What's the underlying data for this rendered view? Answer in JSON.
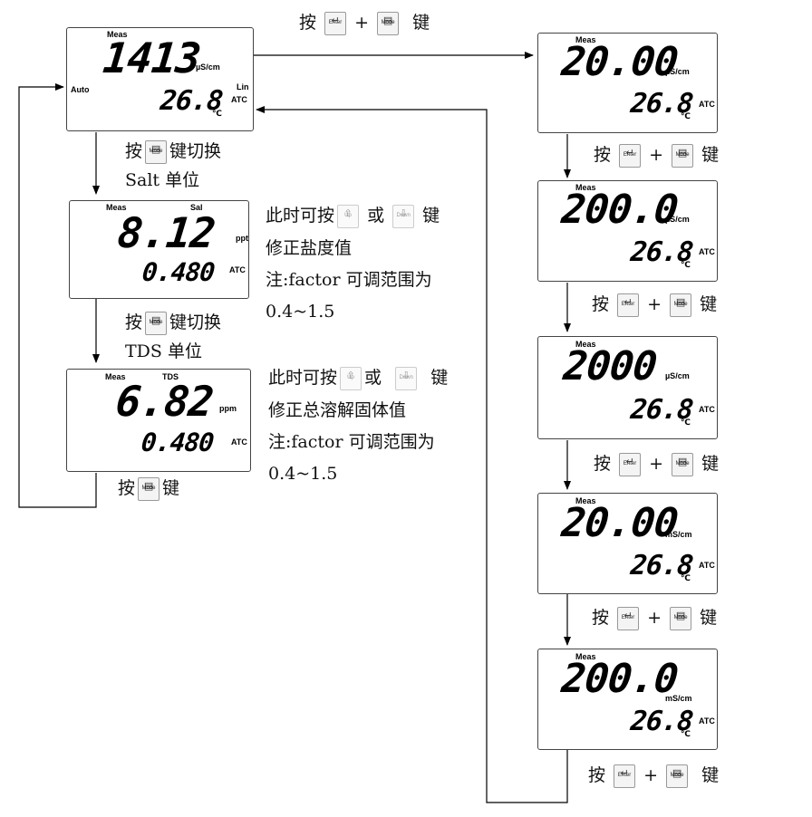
{
  "keys": {
    "enter": "Enter",
    "mode": "Mode",
    "up": "Up",
    "down": "Down"
  },
  "left_displays": [
    {
      "meas": "Meas",
      "main": "1413",
      "unit": "µS/cm",
      "auto": "Auto",
      "lin": "Lin",
      "atc": "ATC",
      "temp": "26.8",
      "deg": "℃"
    },
    {
      "meas": "Meas",
      "mode": "Sal",
      "main": "8.12",
      "unit": "ppt",
      "atc": "ATC",
      "factor": "0.480"
    },
    {
      "meas": "Meas",
      "mode": "TDS",
      "main": "6.82",
      "unit": "ppm",
      "atc": "ATC",
      "factor": "0.480"
    }
  ],
  "right_displays": [
    {
      "meas": "Meas",
      "main": "20.00",
      "unit": "µS/cm",
      "temp": "26.8",
      "deg": "℃",
      "atc": "ATC"
    },
    {
      "meas": "Meas",
      "main": "200.0",
      "unit": "µS/cm",
      "temp": "26.8",
      "deg": "℃",
      "atc": "ATC"
    },
    {
      "meas": "Meas",
      "main": "2000",
      "unit": "µS/cm",
      "temp": "26.8",
      "deg": "℃",
      "atc": "ATC"
    },
    {
      "meas": "Meas",
      "main": "20.00",
      "unit": "mS/cm",
      "temp": "26.8",
      "deg": "℃",
      "atc": "ATC"
    },
    {
      "meas": "Meas",
      "main": "200.0",
      "unit": "mS/cm",
      "temp": "26.8",
      "deg": "℃",
      "atc": "ATC"
    }
  ],
  "labels": {
    "press": "按",
    "plus": "+",
    "key_word": "键",
    "switch": "键切换",
    "salt_unit": "Salt 单位",
    "tds_unit": "TDS 单位",
    "or": "或",
    "sal_note_1": "此时可按",
    "sal_note_2": "修正盐度值",
    "tds_note_2": "修正总溶解固体值",
    "note_factor": "注:factor 可调范围为",
    "note_range": "0.4~1.5"
  }
}
